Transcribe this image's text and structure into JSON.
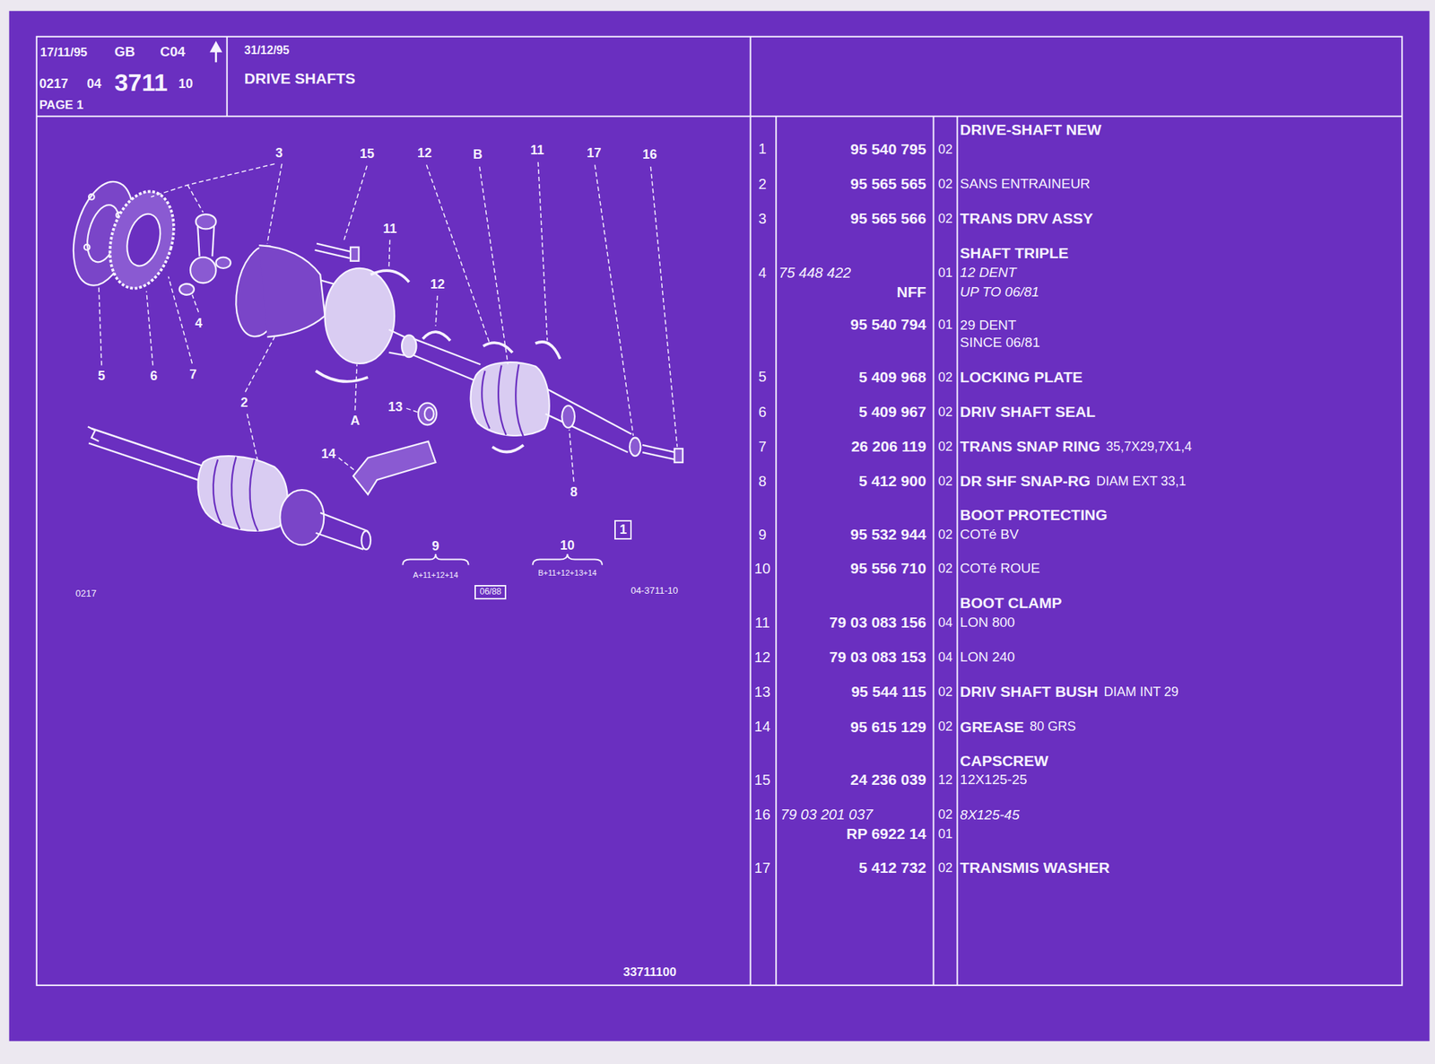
{
  "diagram": {
    "nodes": [
      {
        "text": [
          "17/11/95",
          "GB",
          "C04",
          "0217",
          "04",
          "3711",
          "10",
          "PAGE 1"
        ]
      },
      {
        "text": [
          "31/12/95",
          "DRIVE SHAFTS"
        ]
      },
      {
        "text": [
          "1"
        ]
      },
      {
        "text": [
          "06/88"
        ]
      }
    ],
    "labels": [
      "1",
      "95 540 795",
      "02",
      "DRIVE-SHAFT NEW",
      "2",
      "95 565 565",
      "02",
      "SANS ENTRAINEUR",
      "3",
      "95 565 566",
      "02",
      "TRANS DRV ASSY",
      "SHAFT TRIPLE",
      "4",
      "75 448 422",
      "01",
      "12 DENT",
      "NFF",
      "UP TO 06/81",
      "95 540 794",
      "01",
      "29 DENT",
      "SINCE 06/81",
      "5",
      "5 409 968",
      "02",
      "LOCKING PLATE",
      "6",
      "5 409 967",
      "02",
      "DRIV SHAFT SEAL",
      "7",
      "26 206 119",
      "02",
      "TRANS SNAP RING",
      "35,7X29,7X1,4",
      "8",
      "5 412 900",
      "02",
      "DR SHF SNAP-RG",
      "DIAM EXT 33,1",
      "BOOT PROTECTING",
      "9",
      "95 532 944",
      "02",
      "COTé BV",
      "10",
      "95 556 710",
      "02",
      "COTé ROUE",
      "BOOT CLAMP",
      "11",
      "79 03 083 156",
      "04",
      "LON 800",
      "12",
      "79 03 083 153",
      "04",
      "LON 240",
      "13",
      "95 544 115",
      "02",
      "DRIV SHAFT BUSH",
      "DIAM INT 29",
      "14",
      "95 615 129",
      "02",
      "GREASE",
      "80 GRS",
      "CAPSCREW",
      "15",
      "24 236 039",
      "12",
      "12X125-25",
      "16",
      "79 03 201 037",
      "02",
      "8X125-45",
      "RP 6922 14",
      "01",
      "17",
      "5 412 732",
      "02",
      "TRANSMIS WASHER",
      "3",
      "15",
      "12",
      "B",
      "11",
      "17",
      "16",
      "11",
      "12",
      "4",
      "5",
      "6",
      "7",
      "2",
      "A",
      "13",
      "14",
      "8",
      "9",
      "A+11+12+14",
      "10",
      "B+11+12+13+14",
      "0217",
      "04-3711-10",
      "33711100"
    ]
  }
}
